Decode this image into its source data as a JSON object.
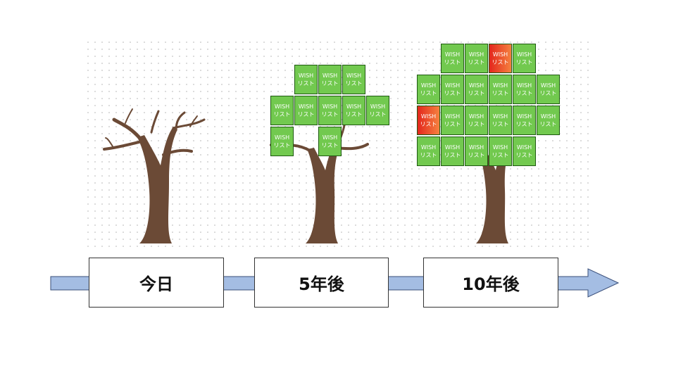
{
  "card": {
    "line1": "WISH",
    "line2": "リスト"
  },
  "timeline": {
    "labels": [
      "今日",
      "5年後",
      "10年後"
    ]
  },
  "colors": {
    "card_green": "#72c94f",
    "card_red": "#e3271d",
    "trunk": "#6b4a36",
    "arrow": "#a4bde3"
  }
}
